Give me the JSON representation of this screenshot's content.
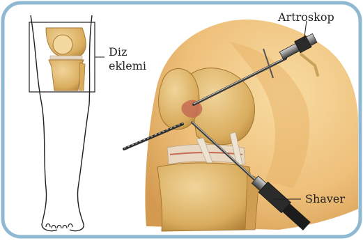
{
  "figure": {
    "frame_color": "#8fb8d3",
    "labels": {
      "joint_line1": "Diz",
      "joint_line2": "eklemi",
      "arthroscope": "Artroskop",
      "shaver": "Shaver"
    },
    "colors": {
      "bone": "#e3c27c",
      "bone_shadow": "#b98a3c",
      "skin": "#f3cf8f",
      "skin_dark": "#d9a65a",
      "instrument": "#3c3c3c",
      "cartilage": "#e9d9c3",
      "tissue_red": "#c56b55"
    },
    "icons": [
      "arthroscope-instrument",
      "shaver-instrument",
      "probe-instrument",
      "leg-outline",
      "knee-joint-illustration"
    ]
  }
}
